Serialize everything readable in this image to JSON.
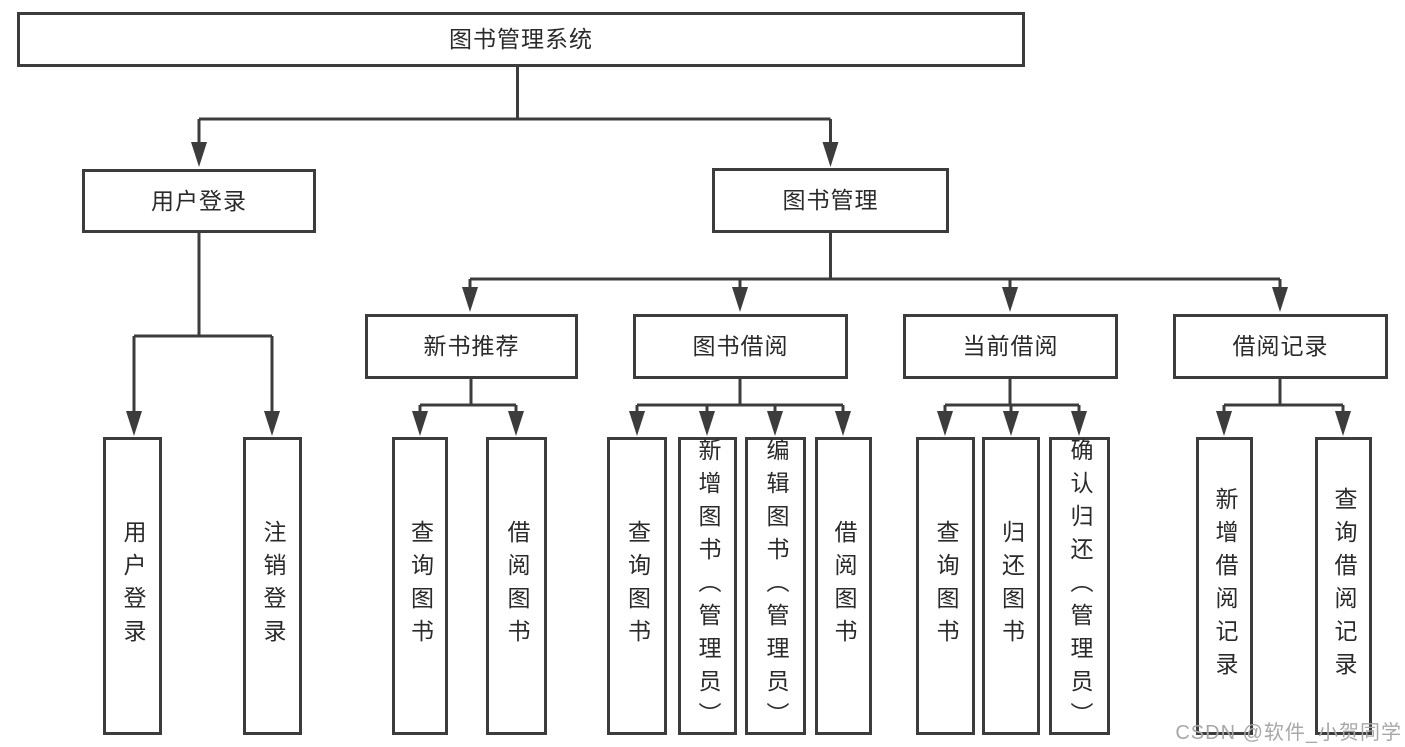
{
  "colors": {
    "line": "#3c3c3c",
    "text": "#2a2a2a",
    "box_fill": "#ffffff",
    "watermark": "#a8a8a8"
  },
  "tree": {
    "root": {
      "label": "图书管理系统"
    },
    "branches": [
      {
        "label": "用户登录",
        "children": [
          {
            "label": "用户登录"
          },
          {
            "label": "注销登录"
          }
        ]
      },
      {
        "label": "图书管理",
        "children": [
          {
            "label": "新书推荐",
            "children": [
              {
                "label": "查询图书"
              },
              {
                "label": "借阅图书"
              }
            ]
          },
          {
            "label": "图书借阅",
            "children": [
              {
                "label": "查询图书"
              },
              {
                "label": "新增图书（管理员）"
              },
              {
                "label": "编辑图书（管理员）"
              },
              {
                "label": "借阅图书"
              }
            ]
          },
          {
            "label": "当前借阅",
            "children": [
              {
                "label": "查询图书"
              },
              {
                "label": "归还图书"
              },
              {
                "label": "确认归还（管理员）"
              }
            ]
          },
          {
            "label": "借阅记录",
            "children": [
              {
                "label": "新增借阅记录"
              },
              {
                "label": "查询借阅记录"
              }
            ]
          }
        ]
      }
    ]
  },
  "watermark": {
    "text": "CSDN @软件_小贺同学"
  }
}
